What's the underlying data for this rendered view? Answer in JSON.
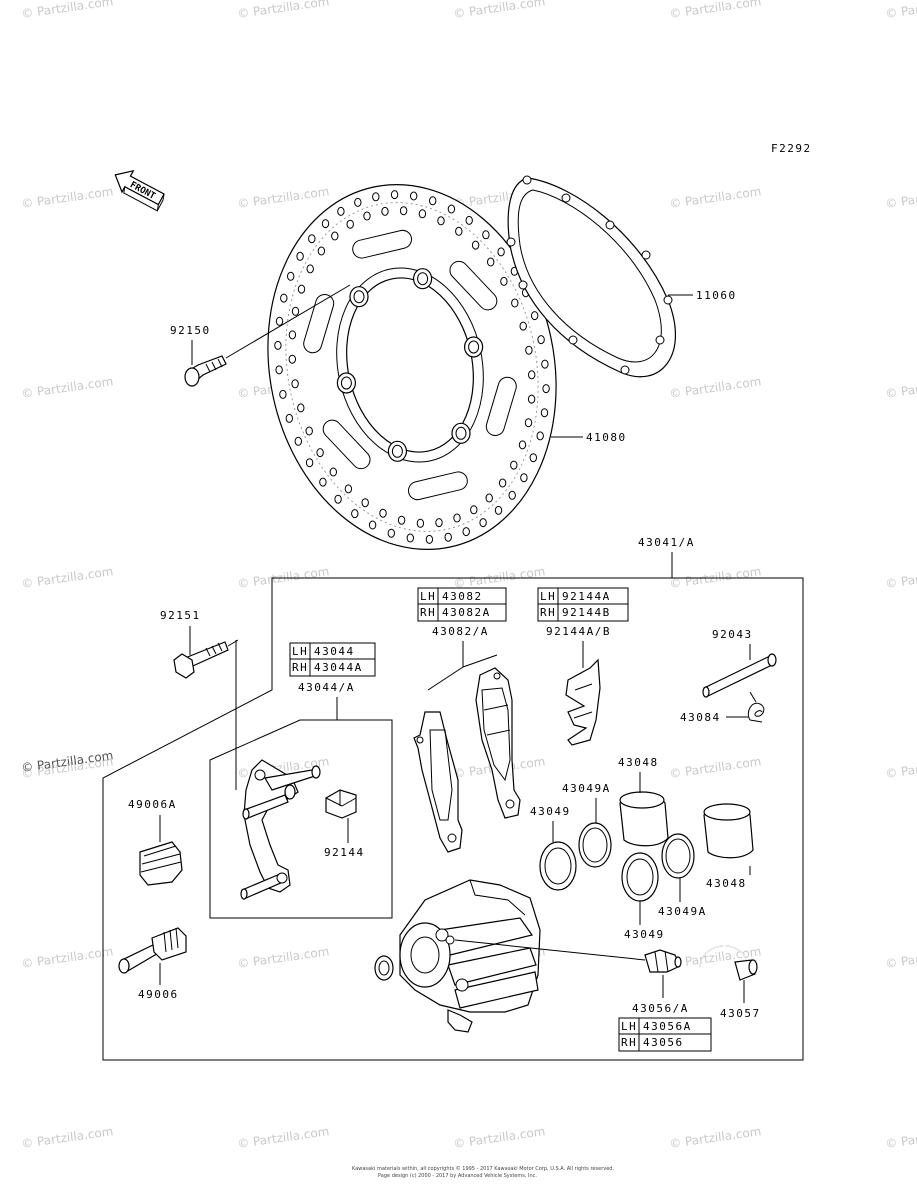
{
  "diagram_code": "F2292",
  "watermark": "© Partzilla.com",
  "front_label": "FRONT",
  "copyright_lines": [
    "Kawasaki materials within, all copyrights © 1995 - 2017 Kawasaki Motor Corp, U.S.A. All rights reserved.",
    "Page design (c) 2000 - 2017 by Advanced Vehicle Systems, Inc."
  ],
  "callouts": {
    "p92150": "92150",
    "p11060": "11060",
    "p41080": "41080",
    "p43041": "43041/A",
    "p92151": "92151",
    "p43044": "43044/A",
    "p43082": "43082/A",
    "p92144ab": "92144A/B",
    "p92043": "92043",
    "p43084": "43084",
    "p49006A": "49006A",
    "p92144": "92144",
    "p43048a": "43048",
    "p43049Aa": "43049A",
    "p43049a": "43049",
    "p43048b": "43048",
    "p43049b": "43049",
    "p43049Ab": "43049A",
    "p49006": "49006",
    "p43056": "43056/A",
    "p43057": "43057"
  },
  "tables": {
    "t43044": [
      {
        "side": "LH",
        "part": "43044"
      },
      {
        "side": "RH",
        "part": "43044A"
      }
    ],
    "t43082": [
      {
        "side": "LH",
        "part": "43082"
      },
      {
        "side": "RH",
        "part": "43082A"
      }
    ],
    "t92144": [
      {
        "side": "LH",
        "part": "92144A"
      },
      {
        "side": "RH",
        "part": "92144B"
      }
    ],
    "t43056": [
      {
        "side": "LH",
        "part": "43056A"
      },
      {
        "side": "RH",
        "part": "43056"
      }
    ]
  }
}
